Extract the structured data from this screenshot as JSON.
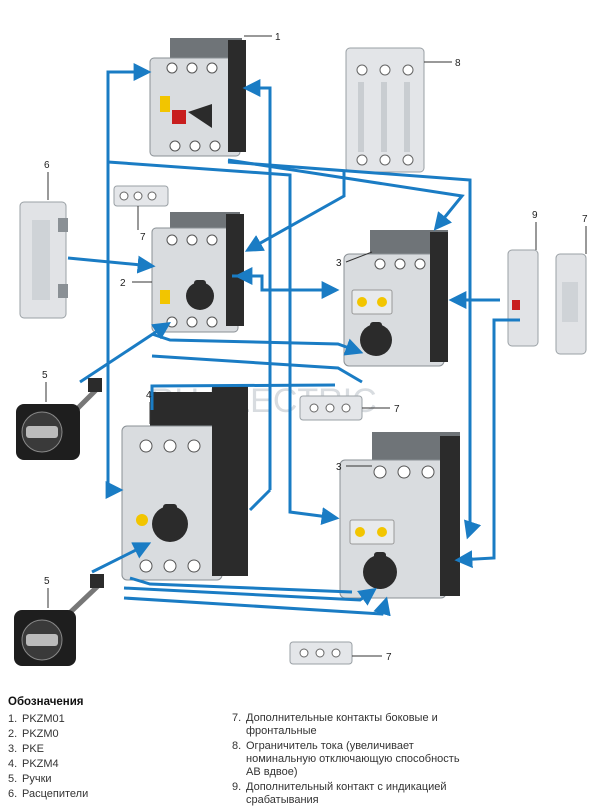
{
  "watermark": "RU  ELECTRIC",
  "callouts": [
    "1",
    "8",
    "6",
    "7",
    "9",
    "7",
    "3",
    "2",
    "5",
    "4",
    "7",
    "3",
    "5",
    "7"
  ],
  "legend": {
    "title": "Обозначения",
    "left": [
      {
        "num": "1.",
        "text": "PKZM01"
      },
      {
        "num": "2.",
        "text": "PKZM0"
      },
      {
        "num": "3.",
        "text": "PKE"
      },
      {
        "num": "4.",
        "text": "PKZM4"
      },
      {
        "num": "5.",
        "text": "Ручки"
      },
      {
        "num": "6.",
        "text": "Расцепители"
      }
    ],
    "right": [
      {
        "num": "7.",
        "text": "Дополнительные контакты боковые и фронтальные"
      },
      {
        "num": "8.",
        "text": "Ограничитель тока (увеличивает номинальную отключающую способность АВ вдвое)"
      },
      {
        "num": "9.",
        "text": "Дополнительный контакт с индикацией срабатывания"
      }
    ]
  },
  "colors": {
    "arrow": "#1a7cc4",
    "device": "#d9dcdf",
    "dark": "#2b2b2b",
    "yellow": "#f2c500"
  }
}
